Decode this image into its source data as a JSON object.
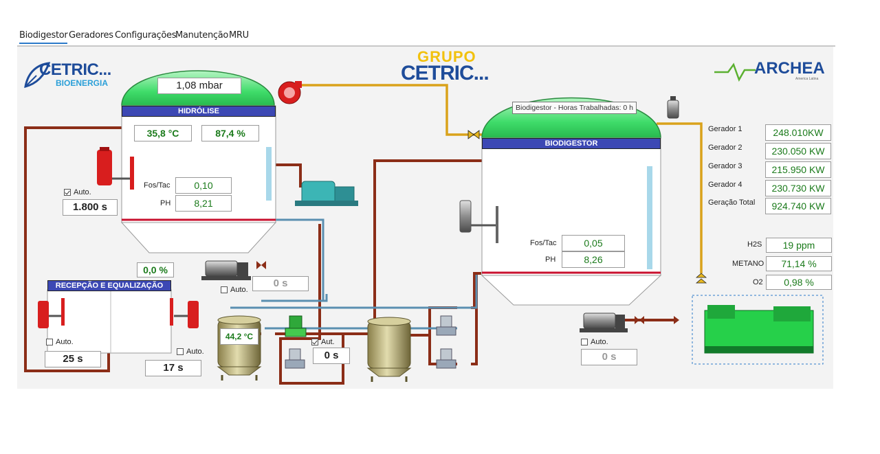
{
  "tabs": [
    {
      "label": "Biodigestor",
      "active": true
    },
    {
      "label": "Geradores"
    },
    {
      "label": "Configurações"
    },
    {
      "label": "Manutenção"
    },
    {
      "label": "MRU"
    }
  ],
  "logos": {
    "cetric_title": "CETRIC...",
    "cetric_sub": "BIOENERGIA",
    "grupo_line1": "GRUPO",
    "grupo_line2": "CETRIC...",
    "archea_title": "ARCHEA",
    "archea_sub": "America Latina"
  },
  "hydrolysis": {
    "pressure": "1,08 mbar",
    "band": "HIDRÓLISE",
    "temperature": "35,8 °C",
    "level": "87,4 %",
    "fos_tac_label": "Fos/Tac",
    "fos_tac": "0,10",
    "ph_label": "PH",
    "ph": "8,21",
    "mixer_auto_label": "Auto.",
    "mixer_time": "1.800 s"
  },
  "pump_h": {
    "auto_label": "Auto.",
    "time": "0 s"
  },
  "reception": {
    "band": "RECEPÇÃO E EQUALIZAÇÃO",
    "level": "0,0 %",
    "left_auto_label": "Auto.",
    "left_time": "25 s",
    "right_auto_label": "Auto.",
    "right_time": "17 s"
  },
  "heater": {
    "temperature": "44,2 °C",
    "auto_label": "Aut.",
    "time": "0 s"
  },
  "biodigestor": {
    "hours_label": "Biodigestor - Horas Trabalhadas: 0 h",
    "band": "BIODIGESTOR",
    "fos_tac_label": "Fos/Tac",
    "fos_tac": "0,05",
    "ph_label": "PH",
    "ph": "8,26",
    "auto_label": "Auto.",
    "time": "0 s"
  },
  "generators": [
    {
      "label": "Gerador 1",
      "value": "248.010KW"
    },
    {
      "label": "Gerador 2",
      "value": "230.050 KW"
    },
    {
      "label": "Gerador 3",
      "value": "215.950 KW"
    },
    {
      "label": "Gerador 4",
      "value": "230.730 KW"
    },
    {
      "label": "Geração Total",
      "value": "924.740 KW"
    }
  ],
  "gas": [
    {
      "label": "H2S",
      "value": "19 ppm"
    },
    {
      "label": "METANO",
      "value": "71,14 %"
    },
    {
      "label": "O2",
      "value": "0,98 %"
    }
  ],
  "colors": {
    "dome": "#3fdc6a",
    "band": "#3c48b4",
    "pipe_brown": "#8b2d17",
    "pipe_gas": "#d9a21b",
    "pipe_blue": "#5a8fb0",
    "value_green": "#1a7a1a"
  }
}
